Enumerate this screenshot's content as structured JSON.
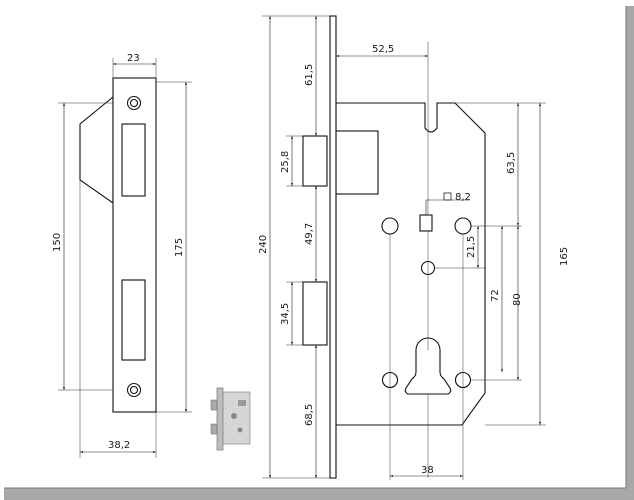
{
  "dimensions": {
    "strike_width": "23",
    "strike_slot_height": "150",
    "strike_height": "175",
    "strike_screw_spacing": "38,2",
    "faceplate_height": "240",
    "top_to_latch": "61,5",
    "latch_height": "25,8",
    "latch_to_bolt": "49,7",
    "bolt_height": "34,5",
    "bolt_to_bottom": "68,5",
    "backset": "52,5",
    "spindle_square": "8,2",
    "body_upper_height": "63,5",
    "body_height": "165",
    "spindle_offset": "21,5",
    "center_distance_72": "72",
    "center_distance_80": "80",
    "screw_spacing_38": "38"
  },
  "icons": {
    "thumbnail": "lock-thumbnail-icon",
    "spindle": "square-icon"
  },
  "colors": {
    "line": "#111111",
    "frame_shadow": "#9a9a9a",
    "background": "#ffffff"
  }
}
